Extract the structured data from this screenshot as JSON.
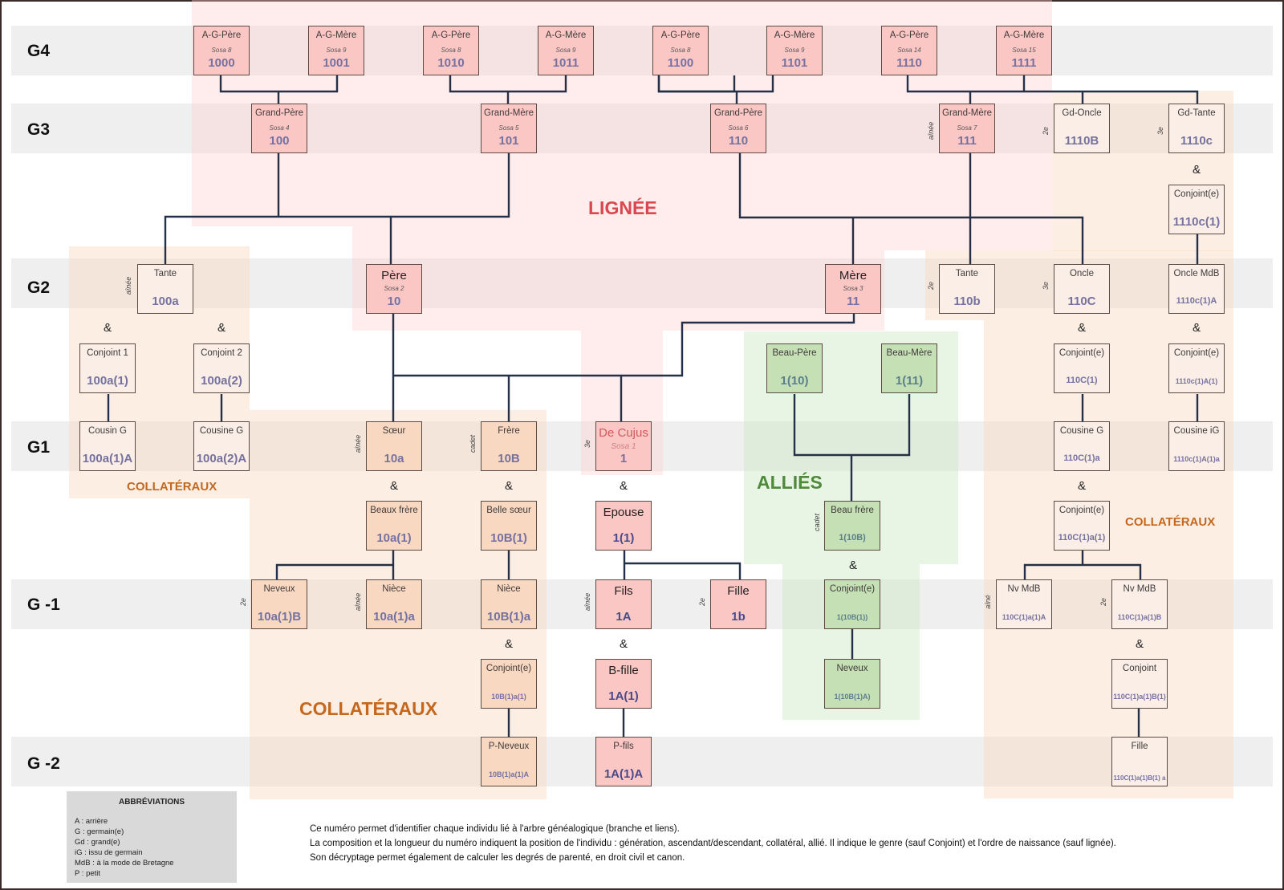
{
  "generations": [
    "G4",
    "G3",
    "G2",
    "G1",
    "G -1",
    "G -2"
  ],
  "zones": {
    "lignee": {
      "label": "LIGNÉE",
      "color": "#d9474f"
    },
    "allies": {
      "label": "ALLIÉS",
      "color": "#4f8a3a"
    },
    "collateraux_left": {
      "label": "COLLATÉRAUX",
      "color": "#c5671d"
    },
    "collateraux_center": {
      "label": "COLLATÉRAUX",
      "color": "#c5671d"
    },
    "collateraux_right": {
      "label": "COLLATÉRAUX",
      "color": "#c5671d"
    }
  },
  "persons": {
    "p1000": {
      "title": "A-G-Père",
      "sosa": "Sosa 8",
      "num": "1000"
    },
    "p1001": {
      "title": "A-G-Mère",
      "sosa": "Sosa 9",
      "num": "1001"
    },
    "p1010": {
      "title": "A-G-Père",
      "sosa": "Sosa 8",
      "num": "1010"
    },
    "p1011": {
      "title": "A-G-Mère",
      "sosa": "Sosa 9",
      "num": "1011"
    },
    "p1100": {
      "title": "A-G-Père",
      "sosa": "Sosa 8",
      "num": "1100"
    },
    "p1101": {
      "title": "A-G-Mère",
      "sosa": "Sosa 9",
      "num": "1101"
    },
    "p1110": {
      "title": "A-G-Père",
      "sosa": "Sosa 14",
      "num": "1110"
    },
    "p1111": {
      "title": "A-G-Mère",
      "sosa": "Sosa 15",
      "num": "1111"
    },
    "p100": {
      "title": "Grand-Père",
      "sosa": "Sosa 4",
      "num": "100"
    },
    "p101": {
      "title": "Grand-Mère",
      "sosa": "Sosa 5",
      "num": "101"
    },
    "p110": {
      "title": "Grand-Père",
      "sosa": "Sosa 6",
      "num": "110"
    },
    "p111": {
      "title": "Grand-Mère",
      "sosa": "Sosa 7",
      "num": "111"
    },
    "p1110B": {
      "title": "Gd-Oncle",
      "num": "1110B"
    },
    "p1110c": {
      "title": "Gd-Tante",
      "num": "1110c"
    },
    "p1110c1": {
      "title": "Conjoint(e)",
      "num": "1110c(1)"
    },
    "p100a": {
      "title": "Tante",
      "num": "100a"
    },
    "p10": {
      "title": "Père",
      "sosa": "Sosa 2",
      "num": "10"
    },
    "p11": {
      "title": "Mère",
      "sosa": "Sosa 3",
      "num": "11"
    },
    "p110b": {
      "title": "Tante",
      "num": "110b"
    },
    "p110C": {
      "title": "Oncle",
      "num": "110C"
    },
    "p1110c1A": {
      "title": "Oncle MdB",
      "num": "1110c(1)A"
    },
    "p100a1": {
      "title": "Conjoint 1",
      "num": "100a(1)"
    },
    "p100a2": {
      "title": "Conjoint 2",
      "num": "100a(2)"
    },
    "pBP": {
      "title": "Beau-Père",
      "num": "1(10)"
    },
    "pBM": {
      "title": "Beau-Mère",
      "num": "1(11)"
    },
    "p110C1": {
      "title": "Conjoint(e)",
      "num": "110C(1)"
    },
    "p1110c1A1": {
      "title": "Conjoint(e)",
      "num": "1110c(1)A(1)"
    },
    "p100a1A": {
      "title": "Cousin G",
      "num": "100a(1)A"
    },
    "p100a2A": {
      "title": "Cousine G",
      "num": "100a(2)A"
    },
    "p10a": {
      "title": "Sœur",
      "num": "10a"
    },
    "p10B": {
      "title": "Frère",
      "num": "10B"
    },
    "p1": {
      "title": "De Cujus",
      "sosa": "Sosa 1",
      "num": "1"
    },
    "p110C1a": {
      "title": "Cousine G",
      "num": "110C(1)a"
    },
    "p1110c1A1a": {
      "title": "Cousine iG",
      "num": "1110c(1)A(1)a"
    },
    "p10a1": {
      "title": "Beaux frère",
      "num": "10a(1)"
    },
    "p10B1": {
      "title": "Belle sœur",
      "num": "10B(1)"
    },
    "p11x": {
      "title": "Epouse",
      "num": "1(1)"
    },
    "p110B": {
      "title": "Beau frère",
      "num": "1(10B)"
    },
    "p110C1a1": {
      "title": "Conjoint(e)",
      "num": "110C(1)a(1)"
    },
    "p10a1B": {
      "title": "Neveux",
      "num": "10a(1)B"
    },
    "p10a1a": {
      "title": "Nièce",
      "num": "10a(1)a"
    },
    "p10B1a": {
      "title": "Nièce",
      "num": "10B(1)a"
    },
    "p1A": {
      "title": "Fils",
      "num": "1A"
    },
    "p1b": {
      "title": "Fille",
      "num": "1b"
    },
    "p110B1": {
      "title": "Conjoint(e)",
      "num": "1(10B(1))"
    },
    "pNvA": {
      "title": "Nv MdB",
      "num": "110C(1)a(1)A"
    },
    "pNvB": {
      "title": "Nv MdB",
      "num": "110C(1)a(1)B"
    },
    "p10B1a1": {
      "title": "Conjoint(e)",
      "num": "10B(1)a(1)"
    },
    "p1A1": {
      "title": "B-fille",
      "num": "1A(1)"
    },
    "p110B1A": {
      "title": "Neveux",
      "num": "1(10B(1)A)"
    },
    "pNvB1": {
      "title": "Conjoint",
      "num": "110C(1)a(1)B(1)"
    },
    "p10B1a1A": {
      "title": "P-Neveux",
      "num": "10B(1)a(1)A"
    },
    "p1A1A": {
      "title": "P-fils",
      "num": "1A(1)A"
    },
    "pFille": {
      "title": "Fille",
      "num": "110C(1)a(1)B(1) a"
    }
  },
  "ranks": {
    "ainee": "aînée",
    "aine": "aîné",
    "cadet": "cadet",
    "second": "2e",
    "third": "3e"
  },
  "amp": "&",
  "abbreviations": {
    "title": "ABBRÉVIATIONS",
    "items": [
      "A : arrière",
      "G : germain(e)",
      "Gd : grand(e)",
      "iG : issu de germain",
      "MdB : à la mode de Bretagne",
      "P : petit"
    ]
  },
  "notes": [
    "Ce numéro permet d'identifier chaque individu lié à l'arbre généalogique (branche et liens).",
    "La composition et la longueur du numéro indiquent la position de l'individu : génération, ascendant/descendant, collatéral, allié. Il indique le genre (sauf Conjoint) et l'ordre de naissance (sauf lignée).",
    "Son décryptage permet également de calculer les degrés de parenté, en droit civil et canon."
  ]
}
